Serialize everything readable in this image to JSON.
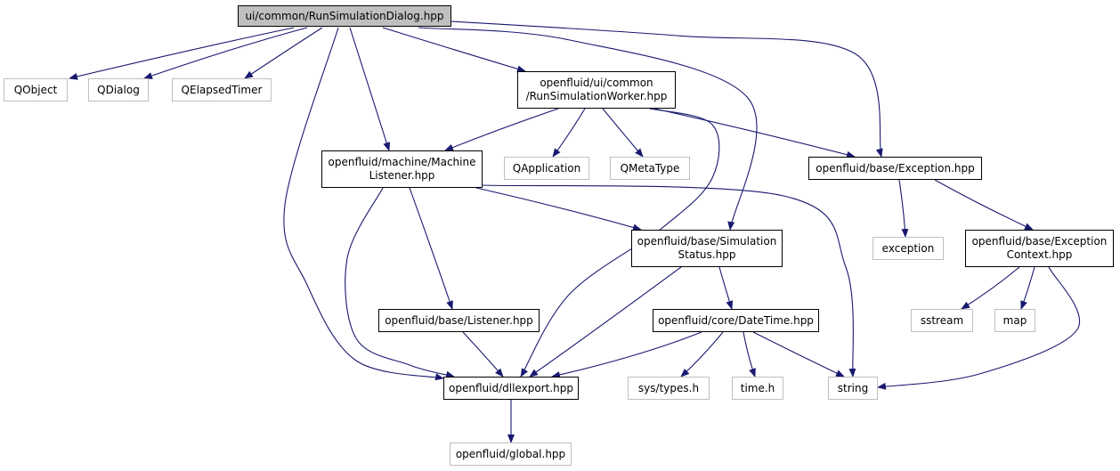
{
  "diagram": {
    "title": "ui/common/RunSimulationDialog.hpp",
    "edge_color": "#191970",
    "nodes": [
      {
        "id": "rsd",
        "lines": [
          "ui/common/RunSimulationDialog.hpp"
        ],
        "kind": "main"
      },
      {
        "id": "qobject",
        "lines": [
          "QObject"
        ],
        "kind": "ext"
      },
      {
        "id": "qdialog",
        "lines": [
          "QDialog"
        ],
        "kind": "ext"
      },
      {
        "id": "qelapsedtimer",
        "lines": [
          "QElapsedTimer"
        ],
        "kind": "ext"
      },
      {
        "id": "rsw",
        "lines": [
          "openfluid/ui/common",
          "/RunSimulationWorker.hpp"
        ],
        "kind": "doc"
      },
      {
        "id": "ml",
        "lines": [
          "openfluid/machine/Machine",
          "Listener.hpp"
        ],
        "kind": "doc"
      },
      {
        "id": "qapplication",
        "lines": [
          "QApplication"
        ],
        "kind": "ext"
      },
      {
        "id": "qmetatype",
        "lines": [
          "QMetaType"
        ],
        "kind": "ext"
      },
      {
        "id": "exc",
        "lines": [
          "openfluid/base/Exception.hpp"
        ],
        "kind": "doc"
      },
      {
        "id": "ss",
        "lines": [
          "openfluid/base/Simulation",
          "Status.hpp"
        ],
        "kind": "doc"
      },
      {
        "id": "exception",
        "lines": [
          "exception"
        ],
        "kind": "ext"
      },
      {
        "id": "ec",
        "lines": [
          "openfluid/base/Exception",
          "Context.hpp"
        ],
        "kind": "doc"
      },
      {
        "id": "listener",
        "lines": [
          "openfluid/base/Listener.hpp"
        ],
        "kind": "doc"
      },
      {
        "id": "dt",
        "lines": [
          "openfluid/core/DateTime.hpp"
        ],
        "kind": "doc"
      },
      {
        "id": "sstream",
        "lines": [
          "sstream"
        ],
        "kind": "ext"
      },
      {
        "id": "map",
        "lines": [
          "map"
        ],
        "kind": "ext"
      },
      {
        "id": "dll",
        "lines": [
          "openfluid/dllexport.hpp"
        ],
        "kind": "doc"
      },
      {
        "id": "systypes",
        "lines": [
          "sys/types.h"
        ],
        "kind": "ext"
      },
      {
        "id": "timeh",
        "lines": [
          "time.h"
        ],
        "kind": "ext"
      },
      {
        "id": "string",
        "lines": [
          "string"
        ],
        "kind": "ext"
      },
      {
        "id": "global",
        "lines": [
          "openfluid/global.hpp"
        ],
        "kind": "ext"
      }
    ],
    "edges": [
      [
        "rsd",
        "qobject"
      ],
      [
        "rsd",
        "qdialog"
      ],
      [
        "rsd",
        "qelapsedtimer"
      ],
      [
        "rsd",
        "rsw"
      ],
      [
        "rsd",
        "ml"
      ],
      [
        "rsd",
        "dll"
      ],
      [
        "rsd",
        "ss"
      ],
      [
        "rsd",
        "exc"
      ],
      [
        "rsw",
        "ml"
      ],
      [
        "rsw",
        "qapplication"
      ],
      [
        "rsw",
        "qmetatype"
      ],
      [
        "rsw",
        "exc"
      ],
      [
        "rsw",
        "dll"
      ],
      [
        "ml",
        "ss"
      ],
      [
        "ml",
        "listener"
      ],
      [
        "ml",
        "dll"
      ],
      [
        "ml",
        "string"
      ],
      [
        "exc",
        "exception"
      ],
      [
        "exc",
        "ec"
      ],
      [
        "ss",
        "dll"
      ],
      [
        "ss",
        "dt"
      ],
      [
        "ec",
        "sstream"
      ],
      [
        "ec",
        "map"
      ],
      [
        "ec",
        "string"
      ],
      [
        "listener",
        "dll"
      ],
      [
        "dt",
        "dll"
      ],
      [
        "dt",
        "systypes"
      ],
      [
        "dt",
        "timeh"
      ],
      [
        "dt",
        "string"
      ],
      [
        "dll",
        "global"
      ]
    ]
  }
}
